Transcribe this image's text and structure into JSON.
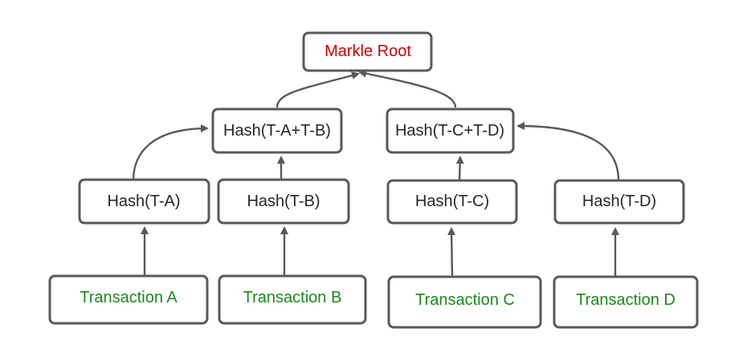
{
  "colors": {
    "border": "#595959",
    "arrow": "#595959",
    "root_text": "#cc0000",
    "hash_text": "#262626",
    "transaction_text": "#1a8a1a"
  },
  "nodes": {
    "root": {
      "label": "Markle Root"
    },
    "hash_ab": {
      "label": "Hash(T-A+T-B)"
    },
    "hash_cd": {
      "label": "Hash(T-C+T-D)"
    },
    "hash_a": {
      "label": "Hash(T-A)"
    },
    "hash_b": {
      "label": "Hash(T-B)"
    },
    "hash_c": {
      "label": "Hash(T-C)"
    },
    "hash_d": {
      "label": "Hash(T-D)"
    },
    "tx_a": {
      "label": "Transaction A"
    },
    "tx_b": {
      "label": "Transaction B"
    },
    "tx_c": {
      "label": "Transaction C"
    },
    "tx_d": {
      "label": "Transaction D"
    }
  },
  "edges": [
    {
      "from": "tx_a",
      "to": "hash_a"
    },
    {
      "from": "tx_b",
      "to": "hash_b"
    },
    {
      "from": "tx_c",
      "to": "hash_c"
    },
    {
      "from": "tx_d",
      "to": "hash_d"
    },
    {
      "from": "hash_a",
      "to": "hash_ab"
    },
    {
      "from": "hash_b",
      "to": "hash_ab"
    },
    {
      "from": "hash_c",
      "to": "hash_cd"
    },
    {
      "from": "hash_d",
      "to": "hash_cd"
    },
    {
      "from": "hash_ab",
      "to": "root"
    },
    {
      "from": "hash_cd",
      "to": "root"
    }
  ]
}
